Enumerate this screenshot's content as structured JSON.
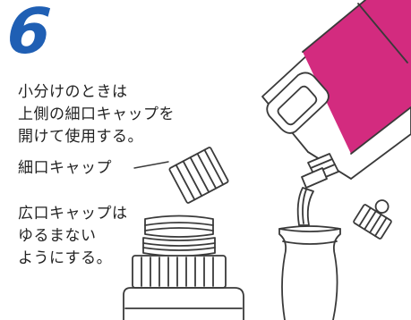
{
  "step": {
    "number": "6"
  },
  "instructions": {
    "lines": [
      "小分けのときは",
      "上側の細口キャップを",
      "開けて使用する。"
    ]
  },
  "labels": {
    "small_cap": "細口キャップ"
  },
  "wide_cap_note": {
    "lines": [
      "広口キャップは",
      "ゆるまない",
      "ようにする。"
    ]
  },
  "colors": {
    "step_number": "#1f5fb4",
    "jerrycan_band": "#d32b7f",
    "line": "#3a3a3a"
  }
}
